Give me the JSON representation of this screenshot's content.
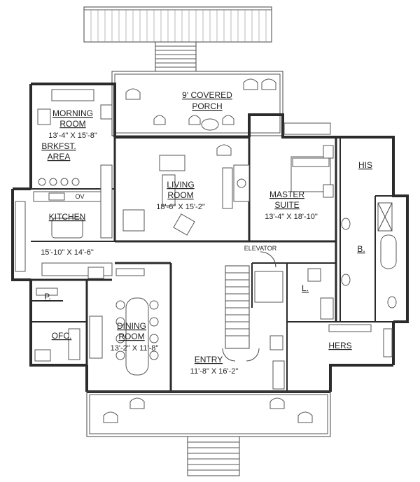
{
  "rooms": {
    "porch_back": {
      "name_line1": "9' COVERED",
      "name_line2": "PORCH"
    },
    "morning": {
      "name_line1": "MORNING",
      "name_line2": "ROOM",
      "dims": "13'-4\" X 15'-8\"",
      "sub_line1": "BRKFST.",
      "sub_line2": "AREA"
    },
    "living": {
      "name_line1": "LIVING",
      "name_line2": "ROOM",
      "dims": "18'-6\" X 15'-2\""
    },
    "master": {
      "name_line1": "MASTER",
      "name_line2": "SUITE",
      "dims": "13'-4\" X 18'-10\""
    },
    "his": {
      "name": "HIS"
    },
    "bath": {
      "name": "B."
    },
    "kitchen": {
      "name": "KITCHEN",
      "dims": "15'-10\" X 14'-6\""
    },
    "elevator": {
      "name": "ELEVATOR"
    },
    "pantry": {
      "name": "P."
    },
    "laundry": {
      "name": "L."
    },
    "dining": {
      "name_line1": "DINING",
      "name_line2": "ROOM",
      "dims": "13'-2\" X 11'-8\""
    },
    "office": {
      "name": "OFC."
    },
    "entry": {
      "name": "ENTRY",
      "dims": "11'-8\" X 16'-2\""
    },
    "hers": {
      "name": "HERS"
    }
  },
  "appliances": {
    "oven_mark": "OV"
  }
}
